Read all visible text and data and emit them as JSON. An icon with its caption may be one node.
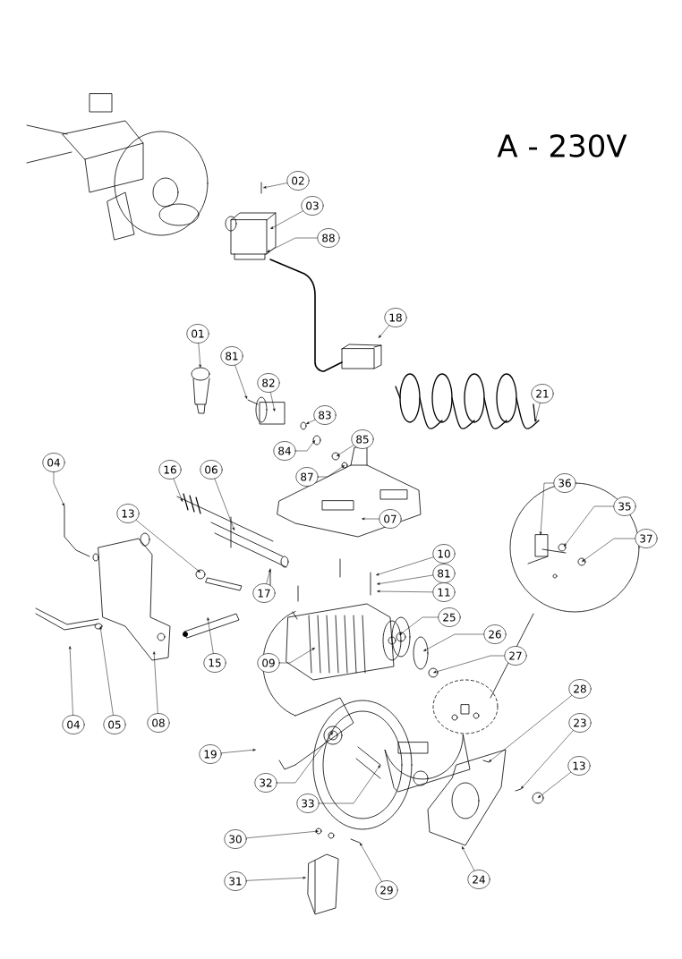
{
  "diagram": {
    "title": "A - 230V",
    "nodes": [
      {
        "text": [
          "02"
        ]
      },
      {
        "text": [
          "03"
        ]
      },
      {
        "text": [
          "88"
        ]
      },
      {
        "text": [
          "18"
        ]
      },
      {
        "text": [
          "01"
        ]
      },
      {
        "text": [
          "81"
        ]
      },
      {
        "text": [
          "82"
        ]
      },
      {
        "text": [
          "83"
        ]
      },
      {
        "text": [
          "21"
        ]
      },
      {
        "text": [
          "85"
        ]
      },
      {
        "text": [
          "84"
        ]
      },
      {
        "text": [
          "87"
        ]
      },
      {
        "text": [
          "04"
        ]
      },
      {
        "text": [
          "16"
        ]
      },
      {
        "text": [
          "06"
        ]
      },
      {
        "text": [
          "13"
        ]
      },
      {
        "text": [
          "36"
        ]
      },
      {
        "text": [
          "35"
        ]
      },
      {
        "text": [
          "37"
        ]
      },
      {
        "text": [
          "07"
        ]
      },
      {
        "text": [
          "10"
        ]
      },
      {
        "text": [
          "81"
        ]
      },
      {
        "text": [
          "11"
        ]
      },
      {
        "text": [
          "17"
        ]
      },
      {
        "text": [
          "25"
        ]
      },
      {
        "text": [
          "26"
        ]
      },
      {
        "text": [
          "27"
        ]
      },
      {
        "text": [
          "15"
        ]
      },
      {
        "text": [
          "09"
        ]
      },
      {
        "text": [
          "28"
        ]
      },
      {
        "text": [
          "04"
        ]
      },
      {
        "text": [
          "05"
        ]
      },
      {
        "text": [
          "08"
        ]
      },
      {
        "text": [
          "23"
        ]
      },
      {
        "text": [
          "19"
        ]
      },
      {
        "text": [
          "13"
        ]
      },
      {
        "text": [
          "32"
        ]
      },
      {
        "text": [
          "33"
        ]
      },
      {
        "text": [
          "30"
        ]
      },
      {
        "text": [
          "24"
        ]
      },
      {
        "text": [
          "31"
        ]
      },
      {
        "text": [
          "29"
        ]
      }
    ],
    "edges": [
      {
        "from": 0,
        "to": null,
        "arrow": "to"
      },
      {
        "from": 1,
        "to": null,
        "arrow": "to"
      },
      {
        "from": 2,
        "to": null,
        "arrow": "to"
      },
      {
        "from": 3,
        "to": null,
        "arrow": "to"
      },
      {
        "from": 4,
        "to": null,
        "arrow": "to"
      },
      {
        "from": 5,
        "to": null,
        "arrow": "to"
      },
      {
        "from": 6,
        "to": null,
        "arrow": "to"
      },
      {
        "from": 7,
        "to": null,
        "arrow": "to"
      },
      {
        "from": 8,
        "to": null,
        "arrow": "to"
      },
      {
        "from": 9,
        "to": null,
        "arrow": "to"
      },
      {
        "from": 10,
        "to": null,
        "arrow": "to"
      },
      {
        "from": 11,
        "to": null,
        "arrow": "to"
      },
      {
        "from": 12,
        "to": null,
        "arrow": "to"
      },
      {
        "from": 13,
        "to": null,
        "arrow": "to"
      },
      {
        "from": 14,
        "to": null,
        "arrow": "to"
      },
      {
        "from": 15,
        "to": null,
        "arrow": "to"
      },
      {
        "from": 16,
        "to": null,
        "arrow": "to"
      },
      {
        "from": 17,
        "to": null,
        "arrow": "to"
      },
      {
        "from": 18,
        "to": null,
        "arrow": "to"
      },
      {
        "from": 19,
        "to": null,
        "arrow": "to"
      },
      {
        "from": 20,
        "to": null,
        "arrow": "to"
      },
      {
        "from": 21,
        "to": null,
        "arrow": "to"
      },
      {
        "from": 22,
        "to": null,
        "arrow": "to"
      },
      {
        "from": 23,
        "to": null,
        "arrow": "to"
      },
      {
        "from": 24,
        "to": null,
        "arrow": "to"
      },
      {
        "from": 25,
        "to": null,
        "arrow": "to"
      },
      {
        "from": 26,
        "to": null,
        "arrow": "to"
      },
      {
        "from": 27,
        "to": null,
        "arrow": "to"
      },
      {
        "from": 28,
        "to": null,
        "arrow": "to"
      },
      {
        "from": 29,
        "to": null,
        "arrow": "to"
      },
      {
        "from": 30,
        "to": null,
        "arrow": "to"
      },
      {
        "from": 31,
        "to": null,
        "arrow": "to"
      },
      {
        "from": 32,
        "to": null,
        "arrow": "to"
      },
      {
        "from": 33,
        "to": null,
        "arrow": "to"
      },
      {
        "from": 34,
        "to": null,
        "arrow": "to"
      },
      {
        "from": 35,
        "to": null,
        "arrow": "to"
      },
      {
        "from": 36,
        "to": null,
        "arrow": "to"
      },
      {
        "from": 37,
        "to": null,
        "arrow": "to"
      },
      {
        "from": 38,
        "to": null,
        "arrow": "to"
      },
      {
        "from": 39,
        "to": null,
        "arrow": "to"
      },
      {
        "from": 40,
        "to": null,
        "arrow": "to"
      },
      {
        "from": 41,
        "to": null,
        "arrow": "to"
      }
    ]
  }
}
